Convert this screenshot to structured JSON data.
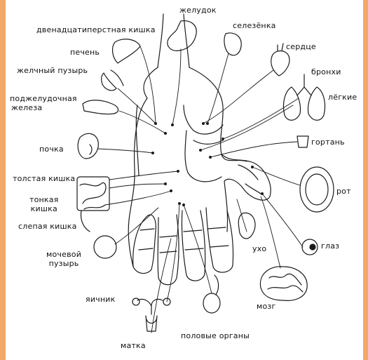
{
  "accent_colors": {
    "frame": "#f2a866",
    "paper": "#ffffff",
    "ink": "#1a1a1a"
  },
  "labels": {
    "zheludok": "желудок",
    "duodenum": "двенадцатиперстная кишка",
    "selezenka": "селезёнка",
    "pechen": "печень",
    "serdce": "сердце",
    "zhelchny": "желчный пузырь",
    "bronhi": "бронхи",
    "legkie": "лёгкие",
    "podzhel_1": "поджелудочная",
    "podzhel_2": "железа",
    "gortan": "гортань",
    "pochka": "почка",
    "tolstaya": "толстая кишка",
    "rot": "рот",
    "tonkaya_1": "тонкая",
    "tonkaya_2": "кишка",
    "slepaya": "слепая кишка",
    "glaz": "глаз",
    "uho": "ухо",
    "mochevoy_1": "мочевой",
    "mochevoy_2": "пузырь",
    "mozg": "мозг",
    "yaichnik": "яичник",
    "polovye": "половые органы",
    "matka": "матка"
  }
}
